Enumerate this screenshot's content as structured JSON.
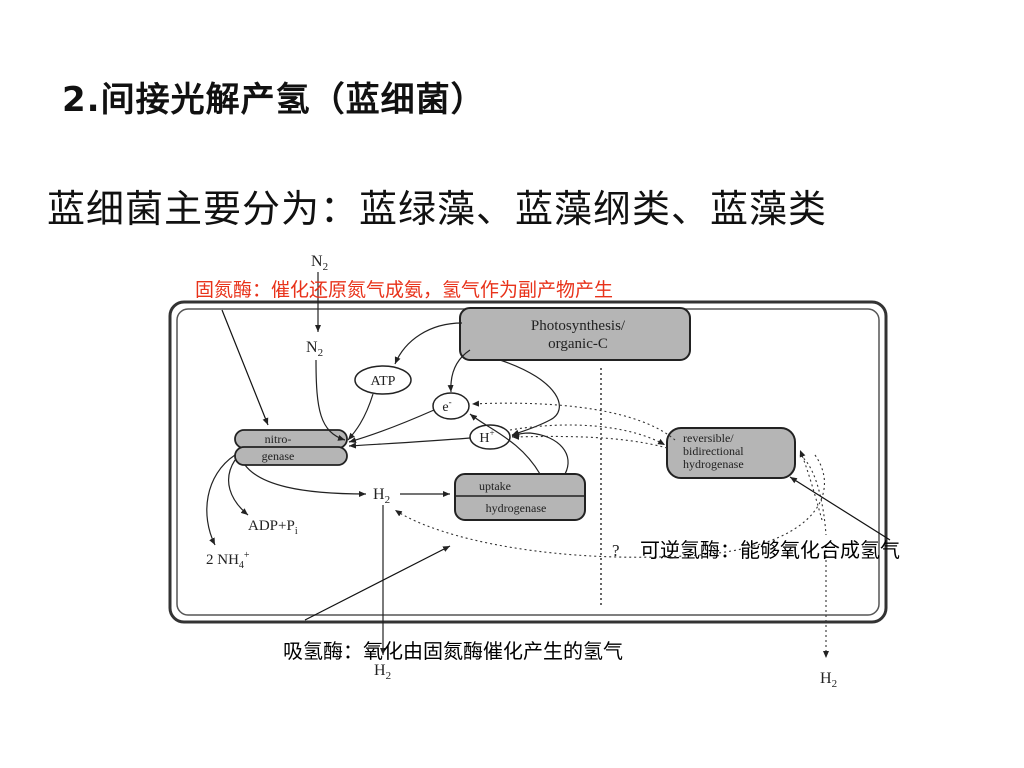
{
  "slide": {
    "title": "2.间接光解产氢（蓝细菌）",
    "subtitle": "蓝细菌主要分为：蓝绿藻、蓝藻纲类、蓝藻类"
  },
  "diagram": {
    "nodes": {
      "photosynthesis_line1": "Photosynthesis/",
      "photosynthesis_line2": "organic-C",
      "atp": "ATP",
      "electron": "e",
      "electron_sup": "-",
      "proton": "H",
      "proton_sup": "+",
      "nitrogenase_line1": "nitro-",
      "nitrogenase_line2": "genase",
      "uptake_line1": "uptake",
      "uptake_line2": "hydrogenase",
      "reversible_line1": "reversible/",
      "reversible_line2": "bidirectional",
      "reversible_line3": "hydrogenase"
    },
    "labels": {
      "n2_top": "N",
      "n2_top_sub": "2",
      "n2_inner": "N",
      "n2_inner_sub": "2",
      "h2_center": "H",
      "h2_center_sub": "2",
      "adp": "ADP+P",
      "adp_sub": "i",
      "nh4": "2 NH",
      "nh4_sub": "4",
      "nh4_sup": "+",
      "h2_bottom": "H",
      "h2_bottom_sub": "2",
      "h2_right": "H",
      "h2_right_sub": "2",
      "question": "?"
    },
    "annotations": {
      "nitrogenase_note": "固氮酶：催化还原氮气成氨，氢气作为副产物产生",
      "reversible_note": "可逆氢酶：能够氧化合成氢气",
      "uptake_note": "吸氢酶：氧化由固氮酶催化产生的氢气"
    },
    "colors": {
      "annotation_red": "#e8321a",
      "node_fill": "#b5b5b5",
      "cell_border": "#333333"
    }
  }
}
